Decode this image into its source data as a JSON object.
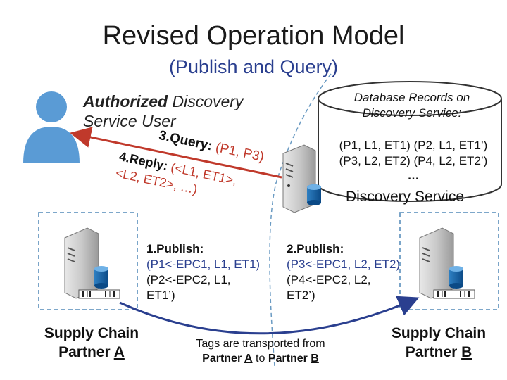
{
  "title": "Revised Operation Model",
  "subtitle": "(Publish and Query)",
  "user": {
    "label_bold": "Authorized",
    "label_rest_line1": " Discovery",
    "label_line2": "Service User"
  },
  "discovery_service": {
    "db_title_line1": "Database Records on",
    "db_title_line2": "Discovery Service:",
    "records_line1": "(P1, L1, ET1) (P2, L1, ET1’)",
    "records_line2": "(P3, L2, ET2) (P4, L2, ET2’)",
    "ellipsis": "…",
    "label": "Discovery Service"
  },
  "query": {
    "prefix": "3.Query: ",
    "args": "(P1, P3)"
  },
  "reply": {
    "prefix": "4.Reply: ",
    "line1_args": "(<L1, ET1>,",
    "line2": "<L2, ET2>, …)"
  },
  "publish_a": {
    "head": "1.Publish:",
    "line1": "(P1<-EPC1, L1, ET1)",
    "line2": "(P2<-EPC2, L1,",
    "line3": "ET1’)"
  },
  "publish_b": {
    "head": "2.Publish:",
    "line1": "(P3<-EPC1, L2, ET2)",
    "line2": "(P4<-EPC2, L2,",
    "line3": "ET2’)"
  },
  "partner_a": {
    "line1": "Supply Chain",
    "line2_prefix": "Partner ",
    "letter": "A"
  },
  "partner_b": {
    "line1": "Supply Chain",
    "line2_prefix": "Partner ",
    "letter": "B"
  },
  "transport": {
    "line1": "Tags are transported from",
    "partner_word": "Partner ",
    "from_letter": "A",
    "to_word": " to ",
    "partner_word2": "Partner ",
    "to_letter": "B"
  },
  "colors": {
    "arrow_red": "#c0392b",
    "arrow_blue": "#2a3f8f",
    "user_icon": "#5a9bd5",
    "box_dash": "#6b9bc3"
  }
}
